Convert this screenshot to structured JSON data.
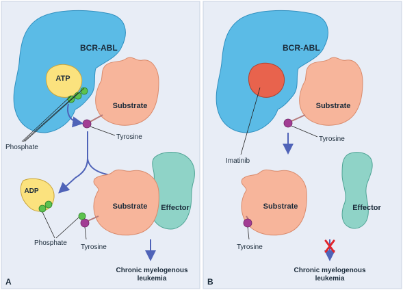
{
  "panel_a": {
    "letter": "A",
    "enzyme_label": "BCR-ABL",
    "atp_label": "ATP",
    "substrate_label_top": "Substrate",
    "tyrosine_label_top": "Tyrosine",
    "phosphate_label_top": "Phosphate",
    "adp_label": "ADP",
    "phosphate_label_bottom": "Phosphate",
    "tyrosine_label_bottom": "Tyrosine",
    "substrate_label_bottom": "Substrate",
    "effector_label": "Effector",
    "outcome_line1": "Chronic myelogenous",
    "outcome_line2": "leukemia"
  },
  "panel_b": {
    "letter": "B",
    "enzyme_label": "BCR-ABL",
    "substrate_label_top": "Substrate",
    "tyrosine_label_top": "Tyrosine",
    "drug_label": "Imatinib",
    "substrate_label_bottom": "Substrate",
    "tyrosine_label_bottom": "Tyrosine",
    "effector_label": "Effector",
    "outcome_line1": "Chronic myelogenous",
    "outcome_line2": "leukemia"
  },
  "colors": {
    "panel_bg": "#e8edf6",
    "enzyme_blue": "#5bbbe6",
    "substrate_peach": "#f7b59b",
    "effector_teal": "#8fd3c7",
    "atp_yellow": "#fbe27e",
    "imatinib_red": "#e8634d",
    "phosphate_green": "#5cc24e",
    "tyrosine_purple": "#a23d94",
    "arrow_blue": "#4f63b8",
    "block_red": "#e0252c"
  }
}
